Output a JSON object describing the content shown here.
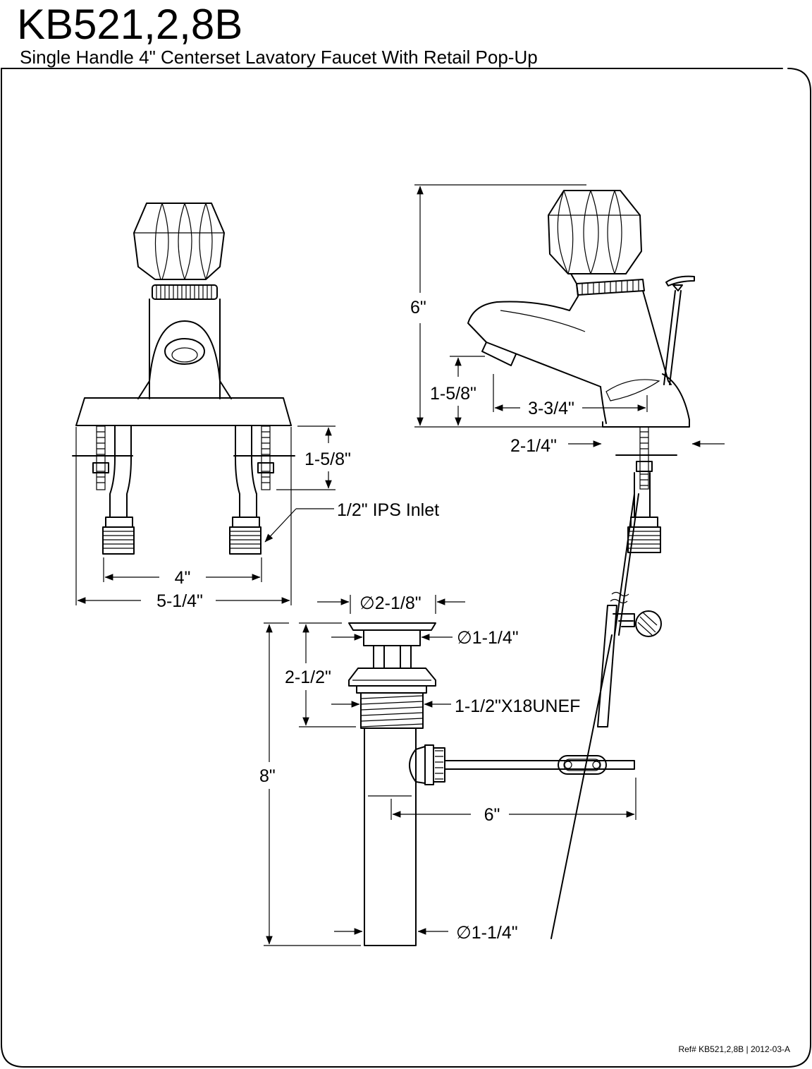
{
  "title": {
    "model": "KB521,2,8B",
    "description": "Single Handle 4\" Centerset Lavatory Faucet With Retail Pop-Up"
  },
  "footer": {
    "reference": "Ref# KB521,2,8B | 2012-03-A"
  },
  "dimensions": {
    "front_width": "4\"",
    "base_width": "5-1/4\"",
    "shank_length": "1-5/8\"",
    "inlet": "1/2\" IPS Inlet",
    "height": "6\"",
    "spout_height": "1-5/8\"",
    "spout_reach": "3-3/4\"",
    "base_depth": "2-1/4\"",
    "flange_dia": "∅2-1/8\"",
    "stopper_dia": "∅1-1/4\"",
    "thread_length": "2-1/2\"",
    "thread_spec": "1-1/2\"X18UNEF",
    "drain_length": "8\"",
    "rod_length": "6\"",
    "tail_dia": "∅1-1/4\""
  }
}
